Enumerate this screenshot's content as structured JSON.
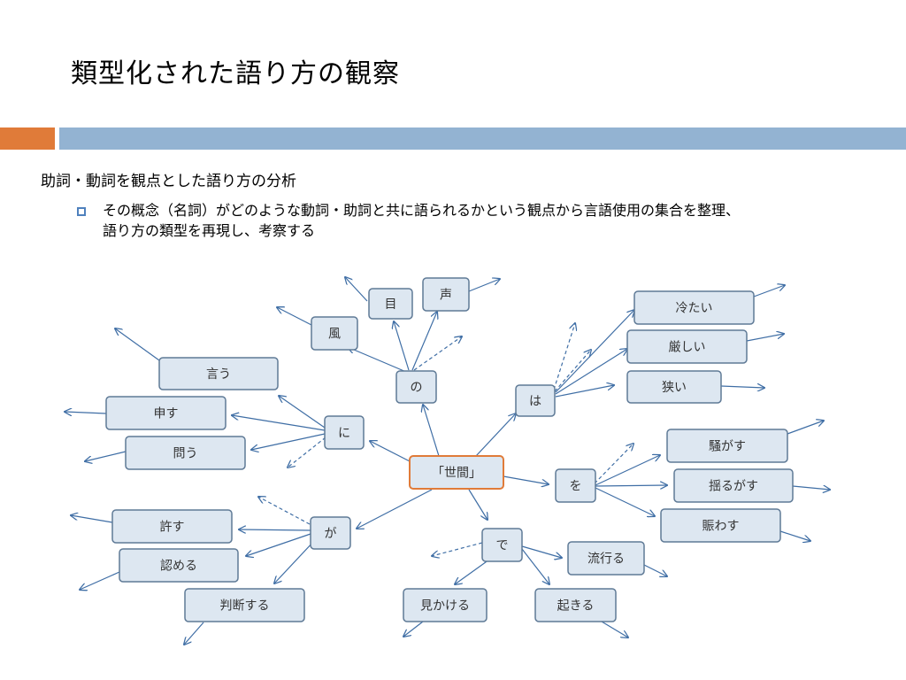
{
  "slide": {
    "title": "類型化された語り方の観察",
    "heading": "助詞・動詞を観点とした語り方の分析",
    "bullet_line1": "その概念（名詞）がどのような動詞・助詞と共に語られるかという観点から言語使用の集合を整理、",
    "bullet_line2": "語り方の類型を再現し、考察する"
  },
  "colors": {
    "accent_orange": "#e07b39",
    "accent_blue": "#93b3d2",
    "node_fill": "#dde7f1",
    "node_border": "#5f7a96",
    "edge": "#3f6ea5"
  },
  "diagram": {
    "center": "「世間」",
    "particles": {
      "no": "の",
      "ha": "は",
      "ni": "に",
      "wo": "を",
      "ga": "が",
      "de": "で"
    },
    "words": {
      "me": "目",
      "koe": "声",
      "kaze": "風",
      "iu": "言う",
      "mosu": "申す",
      "tou": "問う",
      "tsumetai": "冷たい",
      "kibishii": "厳しい",
      "semai": "狭い",
      "sawagasu": "騒がす",
      "yurugasu": "揺るがす",
      "nigiwasu": "賑わす",
      "yurusu": "許す",
      "mitomeru": "認める",
      "handan": "判断する",
      "mikakeru": "見かける",
      "hayaru": "流行る",
      "okiru": "起きる"
    }
  }
}
